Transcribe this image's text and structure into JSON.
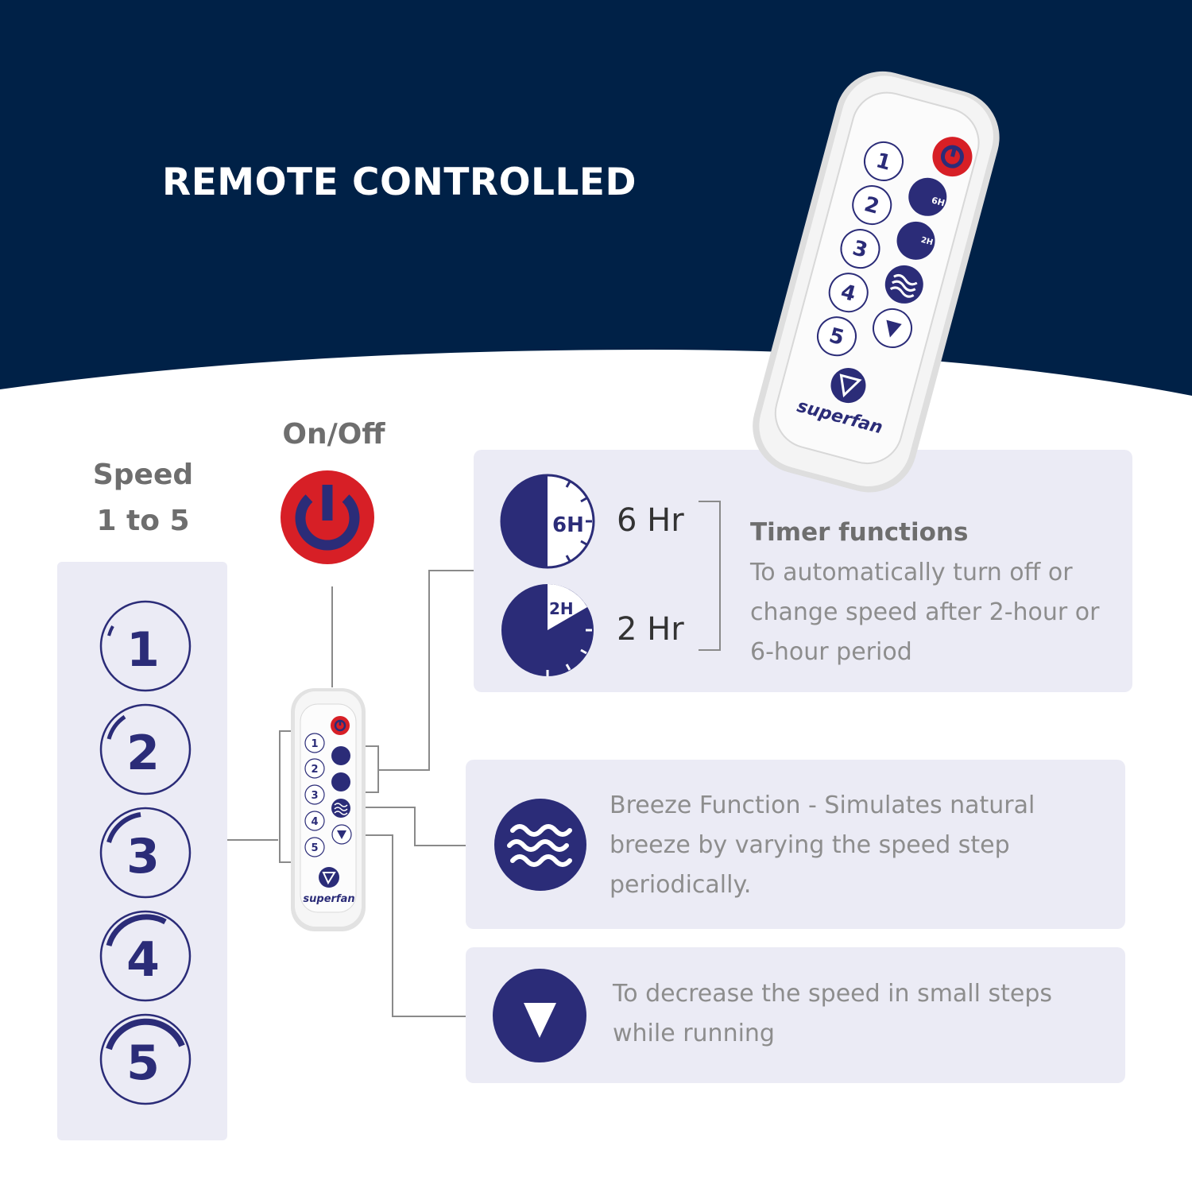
{
  "header": {
    "title": "REMOTE CONTROLLED"
  },
  "speed": {
    "label_line1": "Speed",
    "label_line2": "1 to 5",
    "buttons": [
      "1",
      "2",
      "3",
      "4",
      "5"
    ]
  },
  "power": {
    "label": "On/Off"
  },
  "timer": {
    "icon_6h": "6H",
    "icon_2h": "2H",
    "six_label": "6 Hr",
    "two_label": "2 Hr",
    "title": "Timer functions",
    "description": "To automatically turn off or change speed after 2-hour or 6-hour period"
  },
  "breeze": {
    "description": "Breeze Function - Simulates natural breeze by varying the speed step periodically."
  },
  "decrease": {
    "description": "To decrease the speed in small steps while running"
  },
  "remote": {
    "brand": "superfan",
    "speed_keys": [
      "1",
      "2",
      "3",
      "4",
      "5"
    ],
    "timer_6h": "6H",
    "timer_2h": "2H"
  },
  "colors": {
    "navy_background": "#002147",
    "icon_navy": "#2b2c78",
    "power_red": "#d71f26",
    "panel_grey": "#ebebf5",
    "text_grey": "#8d8d8d",
    "label_grey": "#6e6e6e"
  },
  "icons": [
    "power-icon",
    "timer-6h-icon",
    "timer-2h-icon",
    "breeze-waves-icon",
    "down-triangle-icon",
    "superfan-logo-icon"
  ]
}
